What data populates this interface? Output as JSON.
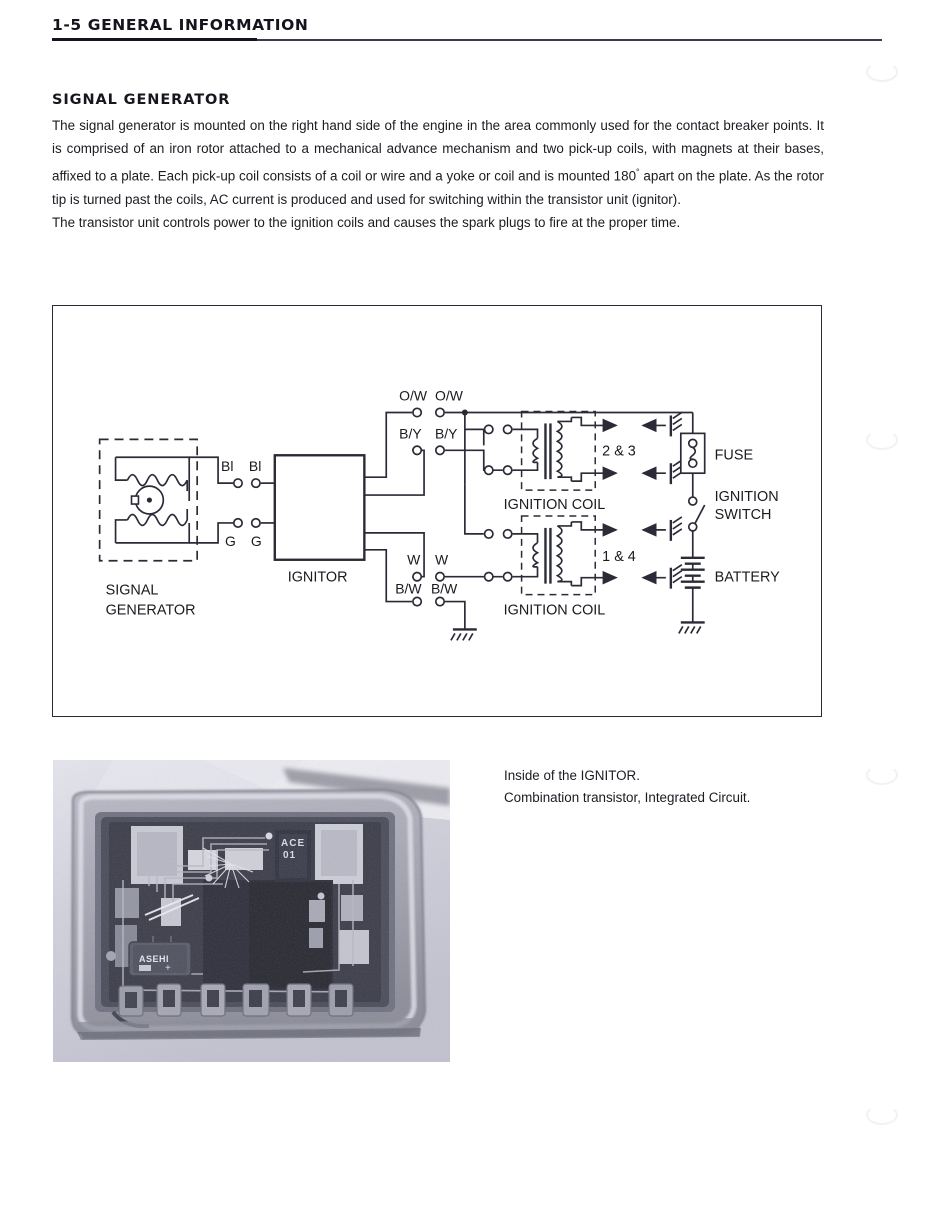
{
  "header": {
    "page_number": "1-5",
    "title": "GENERAL INFORMATION",
    "full": "1-5  GENERAL INFORMATION"
  },
  "section": {
    "title": "SIGNAL GENERATOR",
    "paragraph_1": "The signal generator is mounted on the right hand side of the engine in the area commonly used for the contact breaker points. It is comprised of an iron rotor attached to a mechanical advance mechanism and two pick-up coils, with magnets at their bases, affixed to a plate. Each pick-up coil consists of a coil or wire and a yoke or coil and is mounted 180",
    "degree_symbol": "°",
    "paragraph_1_cont": " apart on the plate. As the rotor tip is turned past the coils, AC current is produced and used for switching within the transistor unit (ignitor).",
    "paragraph_2": "The transistor unit controls power to the ignition coils and causes the spark plugs to fire at the proper time."
  },
  "diagram": {
    "signal_generator_label_line1": "SIGNAL",
    "signal_generator_label_line2": "GENERATOR",
    "ignitor_label": "IGNITOR",
    "ignition_coil_upper_label": "IGNITION COIL",
    "ignition_coil_lower_label": "IGNITION COIL",
    "cylinders_upper": "2 & 3",
    "cylinders_lower": "1 & 4",
    "fuse_label": "FUSE",
    "ignition_switch_line1": "IGNITION",
    "ignition_switch_line2": "SWITCH",
    "battery_label": "BATTERY",
    "wire_labels": {
      "bl_left": "Bl",
      "bl_right": "Bl",
      "g_left": "G",
      "g_right": "G",
      "ow_left": "O/W",
      "ow_right": "O/W",
      "by_left": "B/Y",
      "by_right": "B/Y",
      "w_left": "W",
      "w_right": "W",
      "bw_left": "B/W",
      "bw_right": "B/W"
    }
  },
  "caption": {
    "line1": "Inside of the IGNITOR.",
    "line2": "Combination transistor, Integrated Circuit."
  },
  "photo": {
    "alt": "Photograph of the opened ignitor unit showing a potted printed circuit board with combination transistors and integrated circuit",
    "visible_markings": [
      "ACE 01",
      "ASEHI"
    ]
  },
  "colors": {
    "ink": "#1a1a20",
    "rule": "#14141c",
    "diagram_line": "#2b2b38",
    "paper": "#ffffff"
  }
}
